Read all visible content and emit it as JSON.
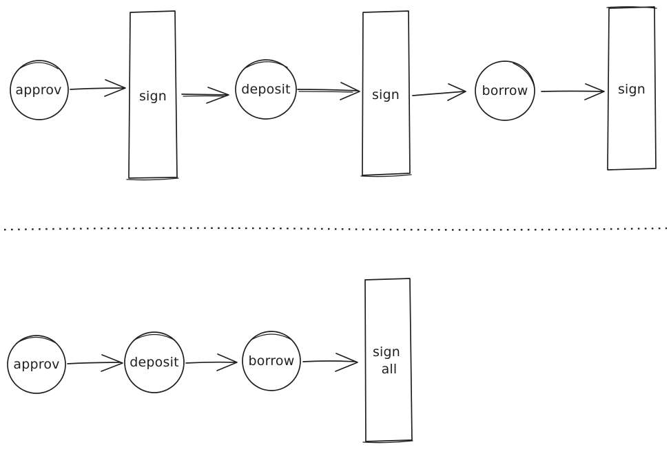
{
  "colors": {
    "stroke": "#1e1e1e",
    "background": "#ffffff"
  },
  "top_flow": {
    "nodes": [
      {
        "shape": "circle",
        "label": "approv"
      },
      {
        "shape": "tall-rect",
        "label": "sign"
      },
      {
        "shape": "circle",
        "label": "deposit"
      },
      {
        "shape": "tall-rect",
        "label": "sign"
      },
      {
        "shape": "circle",
        "label": "borrow"
      },
      {
        "shape": "tall-rect",
        "label": "sign"
      }
    ],
    "edges": [
      {
        "from": "approv",
        "to": "sign"
      },
      {
        "from": "sign",
        "to": "deposit"
      },
      {
        "from": "deposit",
        "to": "sign"
      },
      {
        "from": "sign",
        "to": "borrow"
      },
      {
        "from": "borrow",
        "to": "sign"
      }
    ]
  },
  "divider": {
    "type": "dotted-line"
  },
  "bottom_flow": {
    "nodes": [
      {
        "shape": "circle",
        "label": "approv"
      },
      {
        "shape": "circle",
        "label": "deposit"
      },
      {
        "shape": "circle",
        "label": "borrow"
      },
      {
        "shape": "tall-rect",
        "label": "sign all",
        "lines": [
          "sign",
          "all"
        ]
      }
    ],
    "edges": [
      {
        "from": "approv",
        "to": "deposit"
      },
      {
        "from": "deposit",
        "to": "borrow"
      },
      {
        "from": "borrow",
        "to": "sign all"
      }
    ]
  }
}
